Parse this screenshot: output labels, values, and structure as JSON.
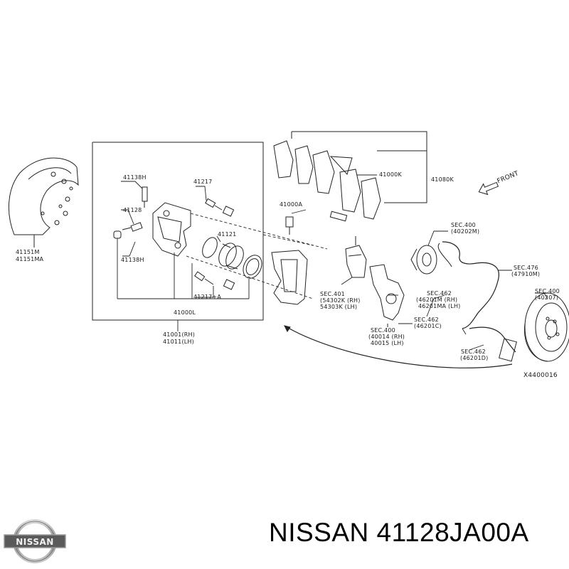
{
  "diagram": {
    "labels": {
      "l41151": "41151M",
      "l41151ma": "41151MA",
      "l41138h_top": "41138H",
      "l41217": "41217",
      "l41128": "41128",
      "l41138h_bot": "41138H",
      "l41121": "41121",
      "l41217a": "41217+A",
      "l41000l": "41000L",
      "l41001": "41001(RH)",
      "l41011": "41011(LH)",
      "l41000a": "41000A",
      "l41000k": "41000K",
      "l41080k": "41080K",
      "front": "FRONT",
      "sec400a_1": "SEC.400",
      "sec400a_2": "(40202M)",
      "sec476_1": "SEC.476",
      "sec476_2": "(47910M)",
      "sec400b_1": "SEC.400",
      "sec400b_2": "(40207)",
      "sec401_1": "SEC.401",
      "sec401_2": "(54302K (RH)",
      "sec401_3": "54303K (LH)",
      "sec462a_1": "SEC.462",
      "sec462a_2": "(46201M (RH)",
      "sec462a_3": "46201MA (LH)",
      "sec462b_1": "SEC.462",
      "sec462b_2": "(46201C)",
      "sec400c_1": "SEC.400",
      "sec400c_2": "(40014 (RH)",
      "sec400c_3": "40015 (LH)",
      "sec462c_1": "SEC.462",
      "sec462c_2": "(46201D)",
      "code": "X4400016"
    }
  },
  "logo": {
    "brand_text": "NISSAN"
  },
  "caption": {
    "text": "NISSAN 41128JA00A"
  }
}
